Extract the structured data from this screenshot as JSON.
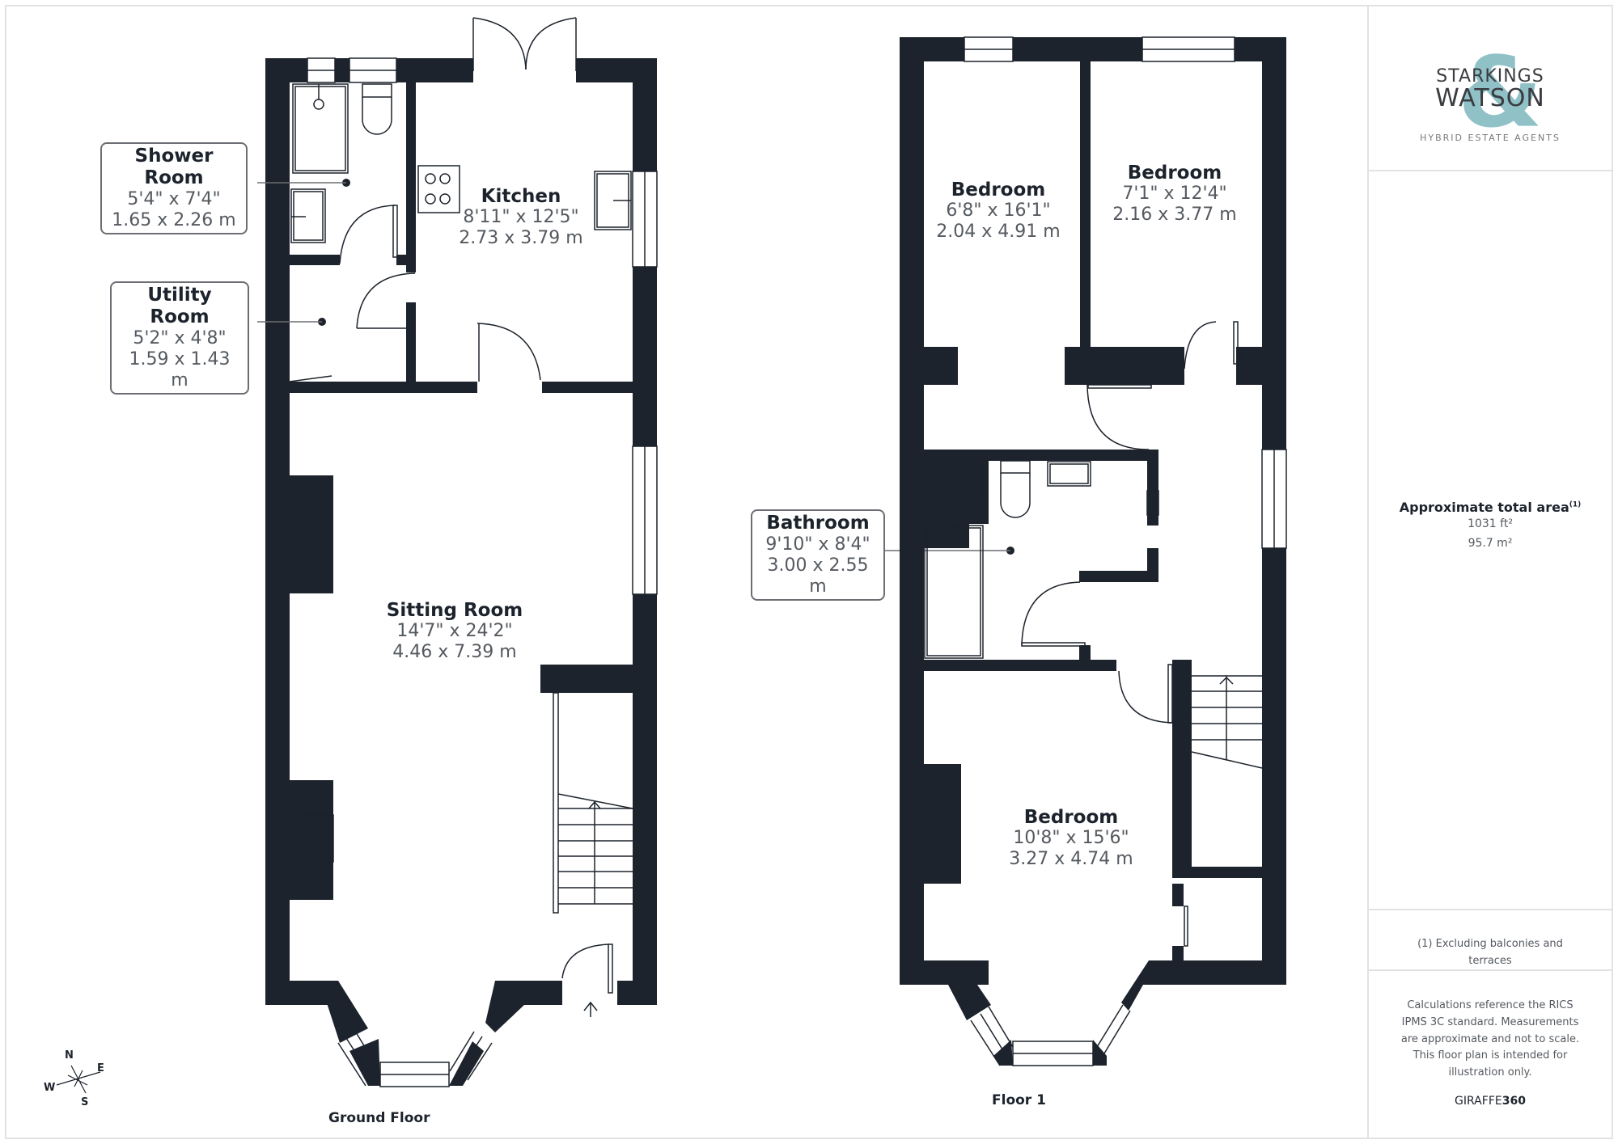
{
  "ground_floor": {
    "title": "Ground Floor",
    "rooms": [
      {
        "name": "Shower Room",
        "imperial": "5'4\" x 7'4\"",
        "metric": "1.65 x 2.26 m",
        "style": "callout"
      },
      {
        "name": "Utility Room",
        "imperial": "5'2\" x 4'8\"",
        "metric": "1.59 x 1.43 m",
        "style": "callout"
      },
      {
        "name": "Kitchen",
        "imperial": "8'11\" x 12'5\"",
        "metric": "2.73 x 3.79 m",
        "style": "inline"
      },
      {
        "name": "Sitting Room",
        "imperial": "14'7\" x 24'2\"",
        "metric": "4.46 x 7.39 m",
        "style": "inline"
      }
    ]
  },
  "floor_1": {
    "title": "Floor 1",
    "rooms": [
      {
        "name": "Bedroom",
        "imperial": "6'8\" x 16'1\"",
        "metric": "2.04 x 4.91 m",
        "style": "inline"
      },
      {
        "name": "Bedroom",
        "imperial": "7'1\" x 12'4\"",
        "metric": "2.16 x 3.77 m",
        "style": "inline"
      },
      {
        "name": "Bathroom",
        "imperial": "9'10\" x 8'4\"",
        "metric": "3.00 x 2.55 m",
        "style": "callout"
      },
      {
        "name": "Bedroom",
        "imperial": "10'8\" x 15'6\"",
        "metric": "3.27 x 4.74 m",
        "style": "inline"
      }
    ]
  },
  "compass": {
    "n": "N",
    "e": "E",
    "s": "S",
    "w": "W"
  },
  "sidebar": {
    "logo": {
      "line1": "STARKINGS",
      "line2": "WATSON",
      "ampersand": "&",
      "tagline": "HYBRID ESTATE AGENTS"
    },
    "area": {
      "title": "Approximate total area",
      "footnote_marker": "(1)",
      "imperial": "1031 ft²",
      "metric": "95.7 m²"
    },
    "footnote": "(1) Excluding balconies and terraces",
    "disclaimer": "Calculations reference the RICS IPMS 3C standard. Measurements are approximate and not to scale. This floor plan is intended for illustration only.",
    "brand": {
      "prefix": "GIRAFFE",
      "suffix": "360"
    }
  },
  "colors": {
    "wall": "#1d232c",
    "accent": "#8fc1c7",
    "border": "#e2e2e2",
    "text": "#555a60"
  }
}
